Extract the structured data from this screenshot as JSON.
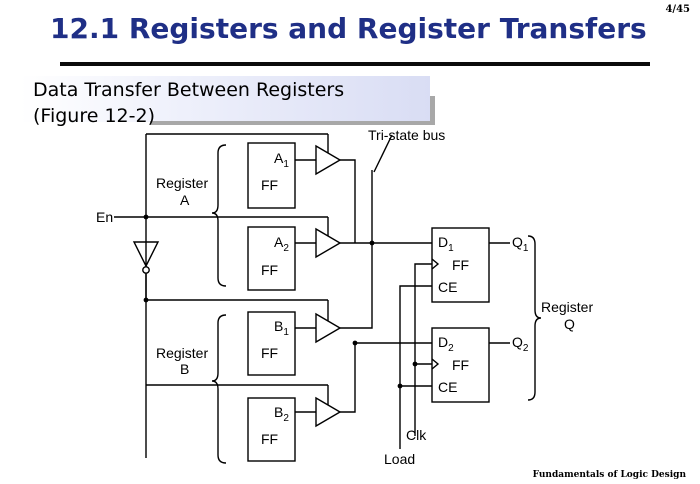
{
  "slide": {
    "page_number": "4/45",
    "title": "12.1 Registers and Register Transfers",
    "subtitle_line1": "Data Transfer Between Registers",
    "subtitle_line2": "(Figure 12-2)",
    "footer": "Fundamentals of Logic Design"
  },
  "diagram": {
    "tristate_bus_label": "Tri-state bus",
    "en_label": "En",
    "clk_label": "Clk",
    "load_label": "Load",
    "register_a_label": [
      "Register",
      "A"
    ],
    "register_b_label": [
      "Register",
      "B"
    ],
    "register_q_label": [
      "Register",
      "Q"
    ],
    "ff_label": "FF",
    "a1": {
      "letter": "A",
      "sub": "1"
    },
    "a2": {
      "letter": "A",
      "sub": "2"
    },
    "b1": {
      "letter": "B",
      "sub": "1"
    },
    "b2": {
      "letter": "B",
      "sub": "2"
    },
    "d1": {
      "letter": "D",
      "sub": "1"
    },
    "d2": {
      "letter": "D",
      "sub": "2"
    },
    "q1": {
      "letter": "Q",
      "sub": "1"
    },
    "q2": {
      "letter": "Q",
      "sub": "2"
    },
    "ce_label": "CE"
  }
}
